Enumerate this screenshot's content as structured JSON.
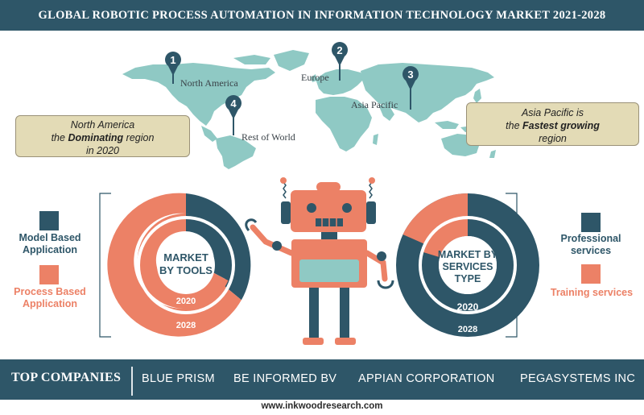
{
  "title": "GLOBAL ROBOTIC PROCESS AUTOMATION IN INFORMATION TECHNOLOGY MARKET 2021-2028",
  "colors": {
    "dark": "#2e5668",
    "accent": "#ec8166",
    "map": "#8fc9c4",
    "callout": "#e3dbb6"
  },
  "map": {
    "pins": [
      {
        "num": "1",
        "label": "North America"
      },
      {
        "num": "2",
        "label": "Europe"
      },
      {
        "num": "3",
        "label": "Asia Pacific"
      },
      {
        "num": "4",
        "label": "Rest of World"
      }
    ],
    "callout_left": {
      "line1": "North America",
      "pre": "the ",
      "bold": "Dominating",
      "post": " region",
      "line3": "in 2020"
    },
    "callout_right": {
      "line1": "Asia Pacific is",
      "pre": "the ",
      "bold": "Fastest growing",
      "line3": "region"
    }
  },
  "tools": {
    "center_line1": "MARKET",
    "center_line2": "BY TOOLS",
    "year_inner": "2020",
    "year_outer": "2028",
    "legend": [
      {
        "label_line1": "Model Based",
        "label_line2": "Application",
        "color": "#2e5668"
      },
      {
        "label_line1": "Process Based",
        "label_line2": "Application",
        "color": "#ec8166"
      }
    ]
  },
  "services": {
    "center_line1": "MARKET BY",
    "center_line2": "SERVICES",
    "center_line3": "TYPE",
    "year_inner": "2020",
    "year_outer": "2028",
    "legend": [
      {
        "label_line1": "Professional",
        "label_line2": "services",
        "color": "#2e5668"
      },
      {
        "label_line1": "Training services",
        "color": "#ec8166"
      }
    ]
  },
  "top_companies": {
    "label": "TOP COMPANIES",
    "companies": [
      "BLUE PRISM",
      "BE INFORMED BV",
      "APPIAN CORPORATION",
      "PEGASYSTEMS INC"
    ]
  },
  "footer": "www.inkwoodresearch.com"
}
